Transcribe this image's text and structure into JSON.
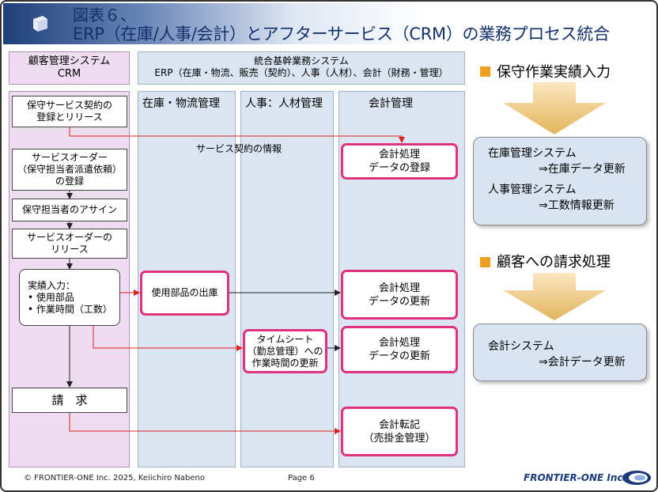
{
  "title": {
    "line1": "図表６、",
    "line2": "ERP（在庫/人事/会計）とアフターサービス（CRM）の業務プロセス統合"
  },
  "crm_header": {
    "line1": "顧客管理システム",
    "line2": "CRM"
  },
  "erp_header": {
    "line1": "統合基幹業務システム",
    "line2": "ERP（在庫・物流、販売（契約）、人事（人材）、会計（財務・管理）"
  },
  "columns": {
    "inventory": "在庫・物流管理",
    "hr": "人事：人材管理",
    "accounting": "会計管理"
  },
  "crm_steps": {
    "contract": [
      "保守サービス契約の",
      "登録とリリース"
    ],
    "order": [
      "サービスオーダー",
      "（保守担当者派遣依頼）",
      "の登録"
    ],
    "assign": "保守担当者のアサイン",
    "release": [
      "サービスオーダーの",
      "リリース"
    ],
    "actuals": [
      "実績入力：",
      "使用部品",
      "作業時間（工数）"
    ],
    "billing": "請　求"
  },
  "processes": {
    "acc_register": [
      "会計処理",
      "データの登録"
    ],
    "parts_issue": "使用部品の出庫",
    "acc_update1": [
      "会計処理",
      "データの更新"
    ],
    "timesheet": [
      "タイムシート",
      "（勤怠管理）への",
      "作業時間の更新"
    ],
    "acc_update2": [
      "会計処理",
      "データの更新"
    ],
    "acc_transfer": [
      "会計転記",
      "（売掛金管理）"
    ]
  },
  "arrow_label": "サービス契約の情報",
  "right": {
    "section1": {
      "heading": "保守作業実績入力",
      "lines": [
        "在庫管理システム",
        "⇒在庫データ更新",
        "人事管理システム",
        "⇒工数情報更新"
      ]
    },
    "section2": {
      "heading": "顧客への請求処理",
      "lines": [
        "会計システム",
        "⇒会計データ更新"
      ]
    }
  },
  "footer": {
    "copyright": "© FRONTIER-ONE Inc. 2025,  Keiichiro  Nabeno",
    "page": "Page 6",
    "brand": "FRONTIER-ONE Inc."
  },
  "colors": {
    "title": "#12306b",
    "highlight": "#e0317f",
    "arrow_red": "#e02020",
    "accent": "#f0a020"
  }
}
